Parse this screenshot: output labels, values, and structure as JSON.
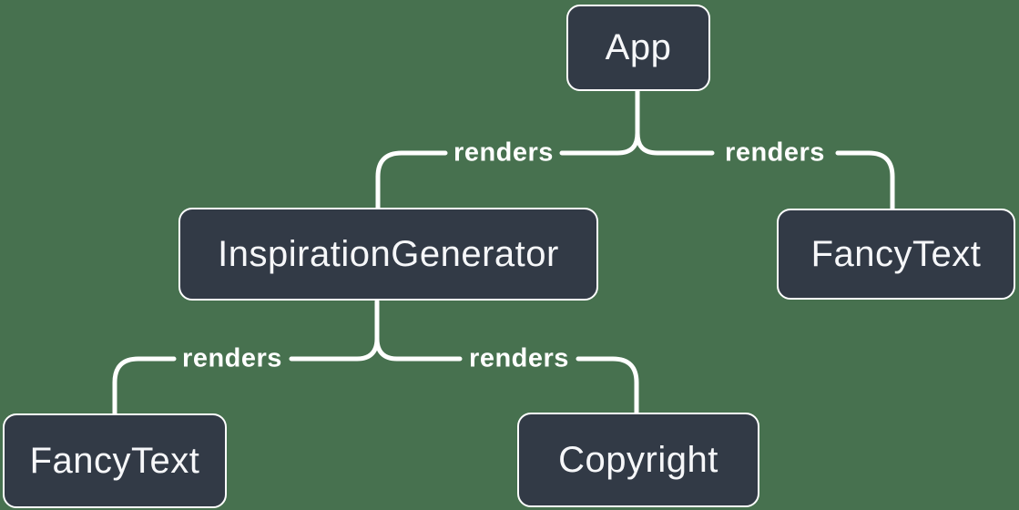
{
  "diagram": {
    "type": "component-render-tree",
    "colors": {
      "background": "#47714F",
      "node_fill": "#323A46",
      "node_border": "#FFFFFF",
      "line": "#FFFFFF",
      "node_text": "#F6F7F9",
      "label_text": "#FFFFFF"
    },
    "nodes": {
      "app": {
        "label": "App"
      },
      "inspiration_generator": {
        "label": "InspirationGenerator"
      },
      "fancy_text_top": {
        "label": "FancyText"
      },
      "fancy_text_bottom": {
        "label": "FancyText"
      },
      "copyright": {
        "label": "Copyright"
      }
    },
    "edges": {
      "app_inspiration_generator": {
        "label": "renders",
        "from": "App",
        "to": "InspirationGenerator"
      },
      "app_fancy_text": {
        "label": "renders",
        "from": "App",
        "to": "FancyText"
      },
      "inspiration_generator_fancy_text": {
        "label": "renders",
        "from": "InspirationGenerator",
        "to": "FancyText"
      },
      "inspiration_generator_copyright": {
        "label": "renders",
        "from": "InspirationGenerator",
        "to": "Copyright"
      }
    }
  }
}
